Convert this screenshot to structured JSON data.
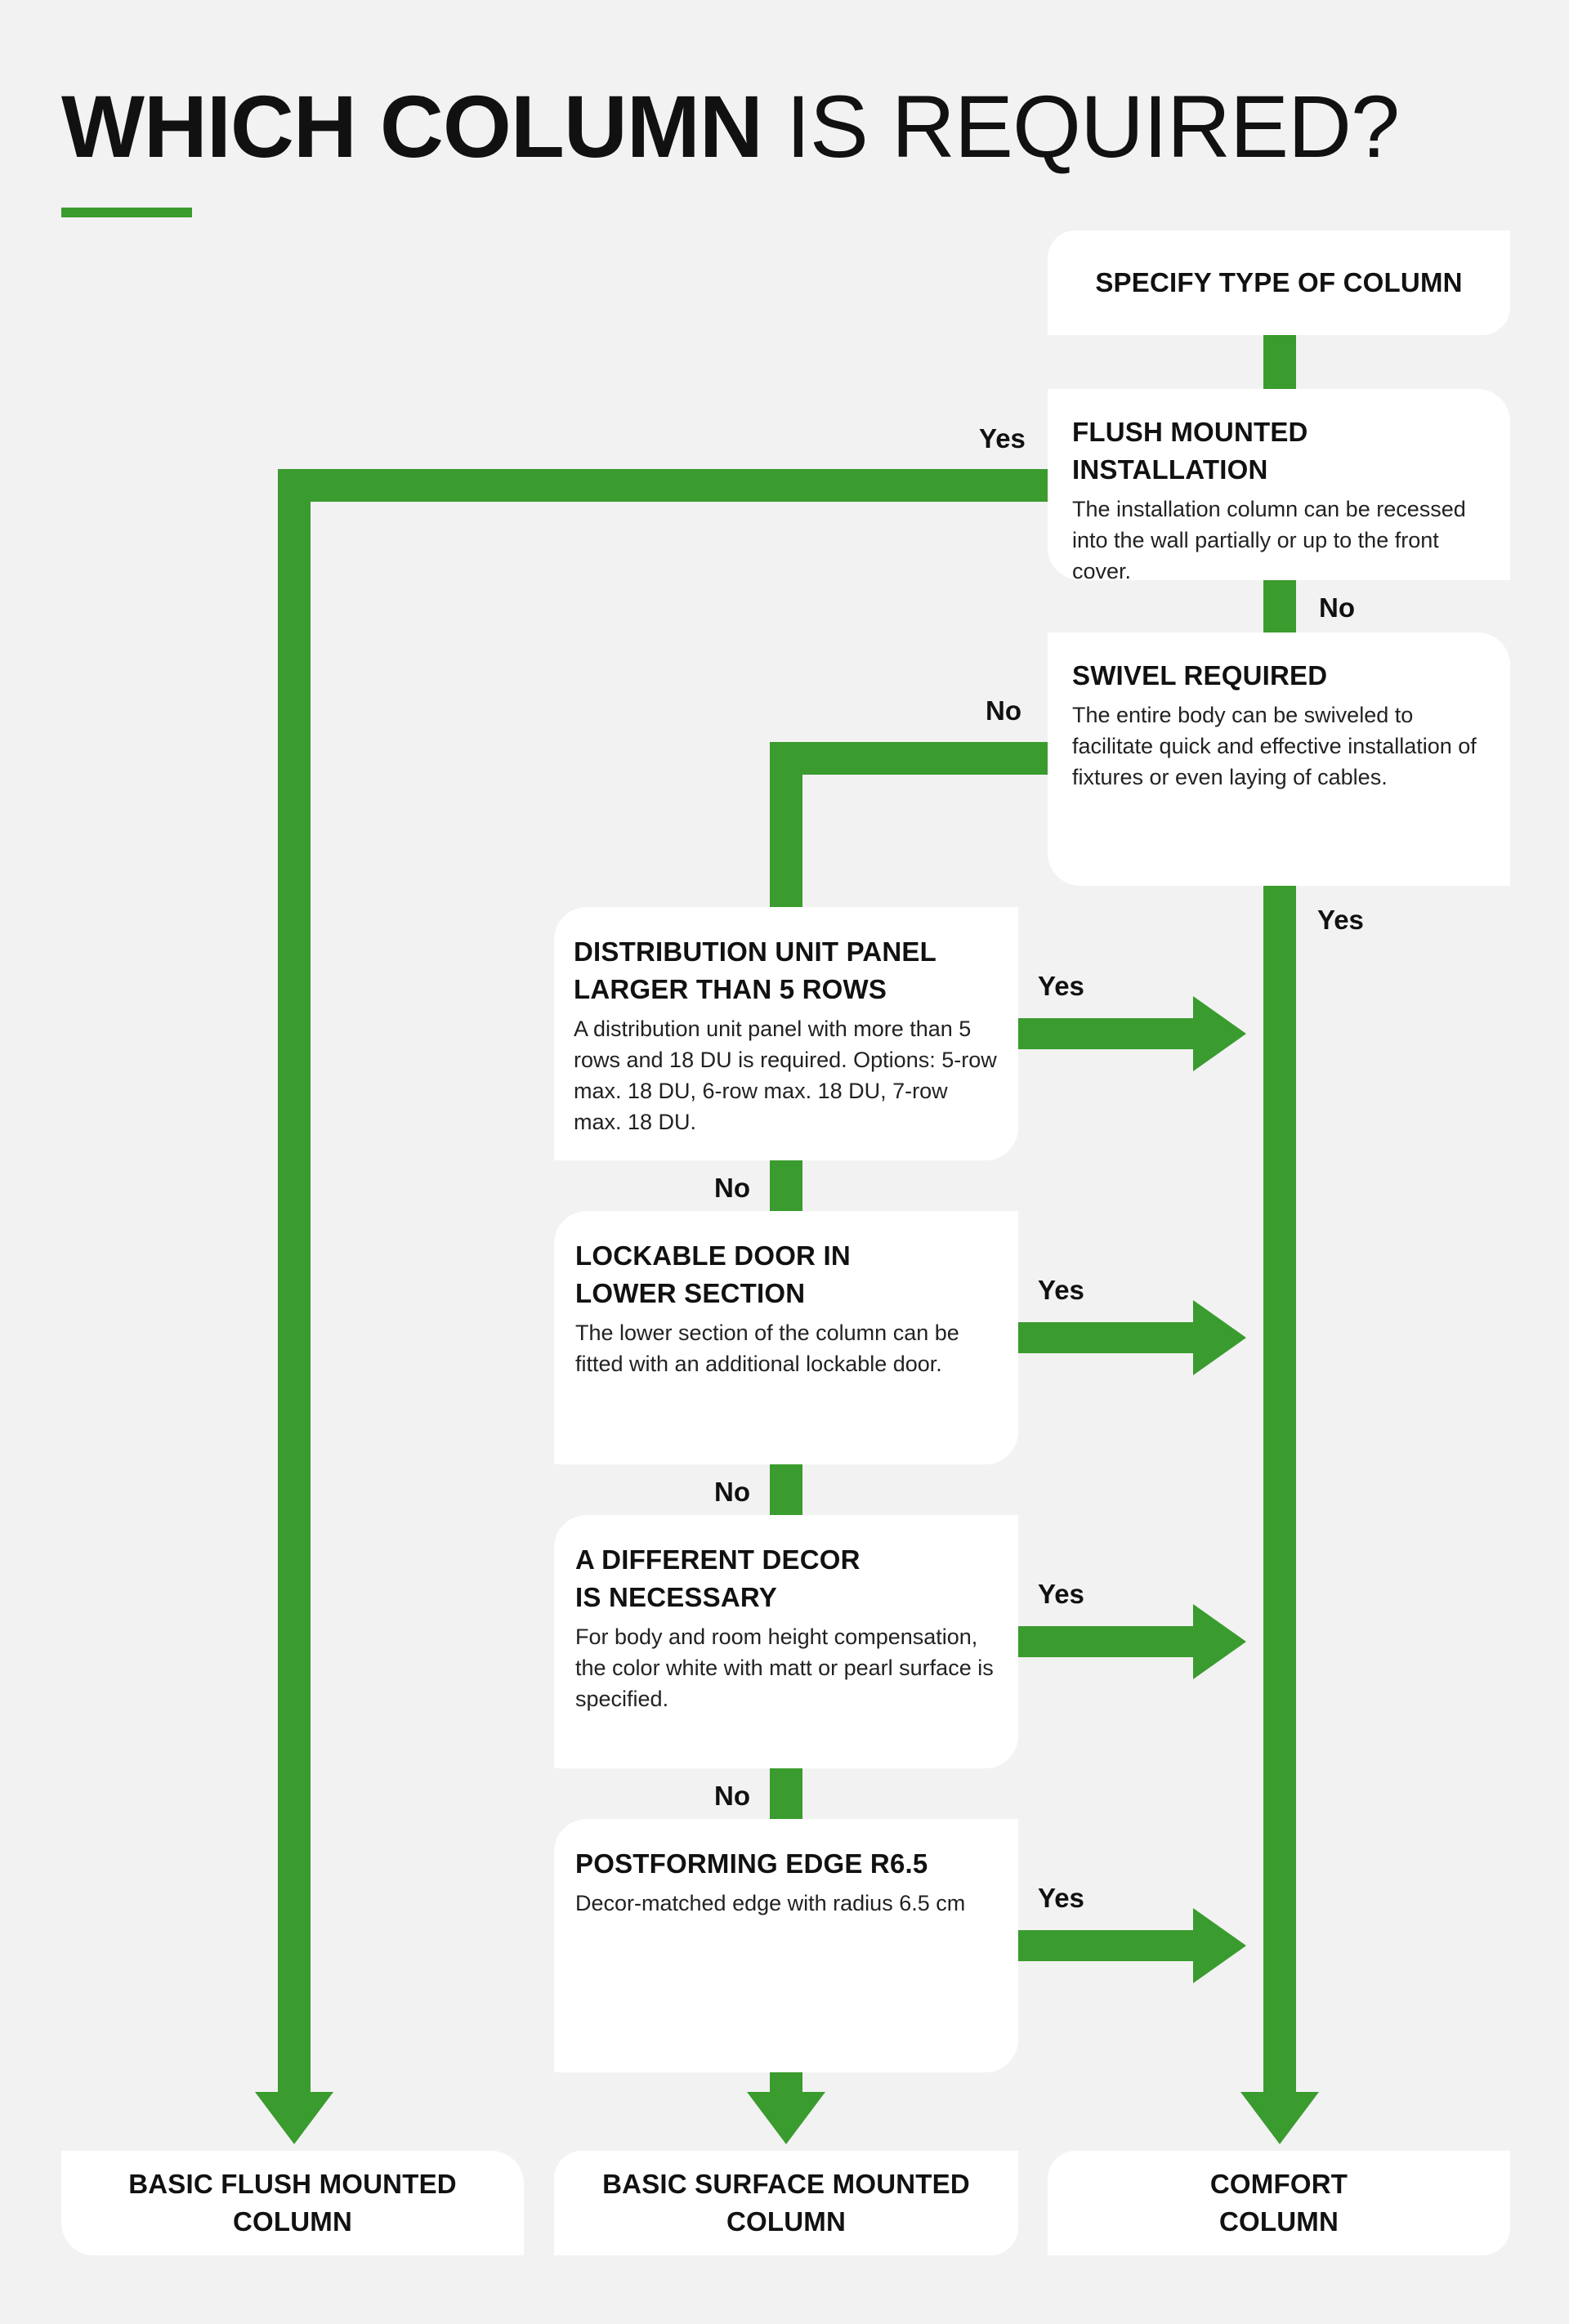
{
  "title": {
    "bold": "WHICH COLUMN",
    "light": " IS REQUIRED?"
  },
  "colors": {
    "accent": "#3a9b2e",
    "background": "#f2f2f2",
    "box": "#ffffff"
  },
  "start": {
    "heading": "SPECIFY TYPE OF COLUMN"
  },
  "questions": [
    {
      "heading": "FLUSH MOUNTED INSTALLATION",
      "desc": "The installation column can be recessed into the wall partially or up to the front cover."
    },
    {
      "heading": "SWIVEL REQUIRED",
      "desc": "The entire body can be swiveled to facilitate quick and effective installation of fixtures or even laying of cables."
    },
    {
      "heading": "DISTRIBUTION UNIT PANEL\nLARGER THAN 5 ROWS",
      "desc": "A distribution unit panel with more than 5 rows and 18 DU is required. Options: 5-row max. 18 DU, 6-row max. 18 DU, 7-row max. 18 DU."
    },
    {
      "heading": "LOCKABLE DOOR IN\nLOWER SECTION",
      "desc": "The lower section of the column can be fitted with an additional lockable door."
    },
    {
      "heading": "A DIFFERENT DECOR\nIS NECESSARY",
      "desc": "For body and room height compensation, the color white with matt or pearl surface is specified."
    },
    {
      "heading": "POSTFORMING EDGE R6.5",
      "desc": "Decor-matched edge with radius 6.5 cm"
    }
  ],
  "results": [
    {
      "label": "BASIC FLUSH MOUNTED\nCOLUMN"
    },
    {
      "label": "BASIC SURFACE MOUNTED\nCOLUMN"
    },
    {
      "label": "COMFORT\nCOLUMN"
    }
  ],
  "labels": {
    "yes": "Yes",
    "no": "No"
  }
}
